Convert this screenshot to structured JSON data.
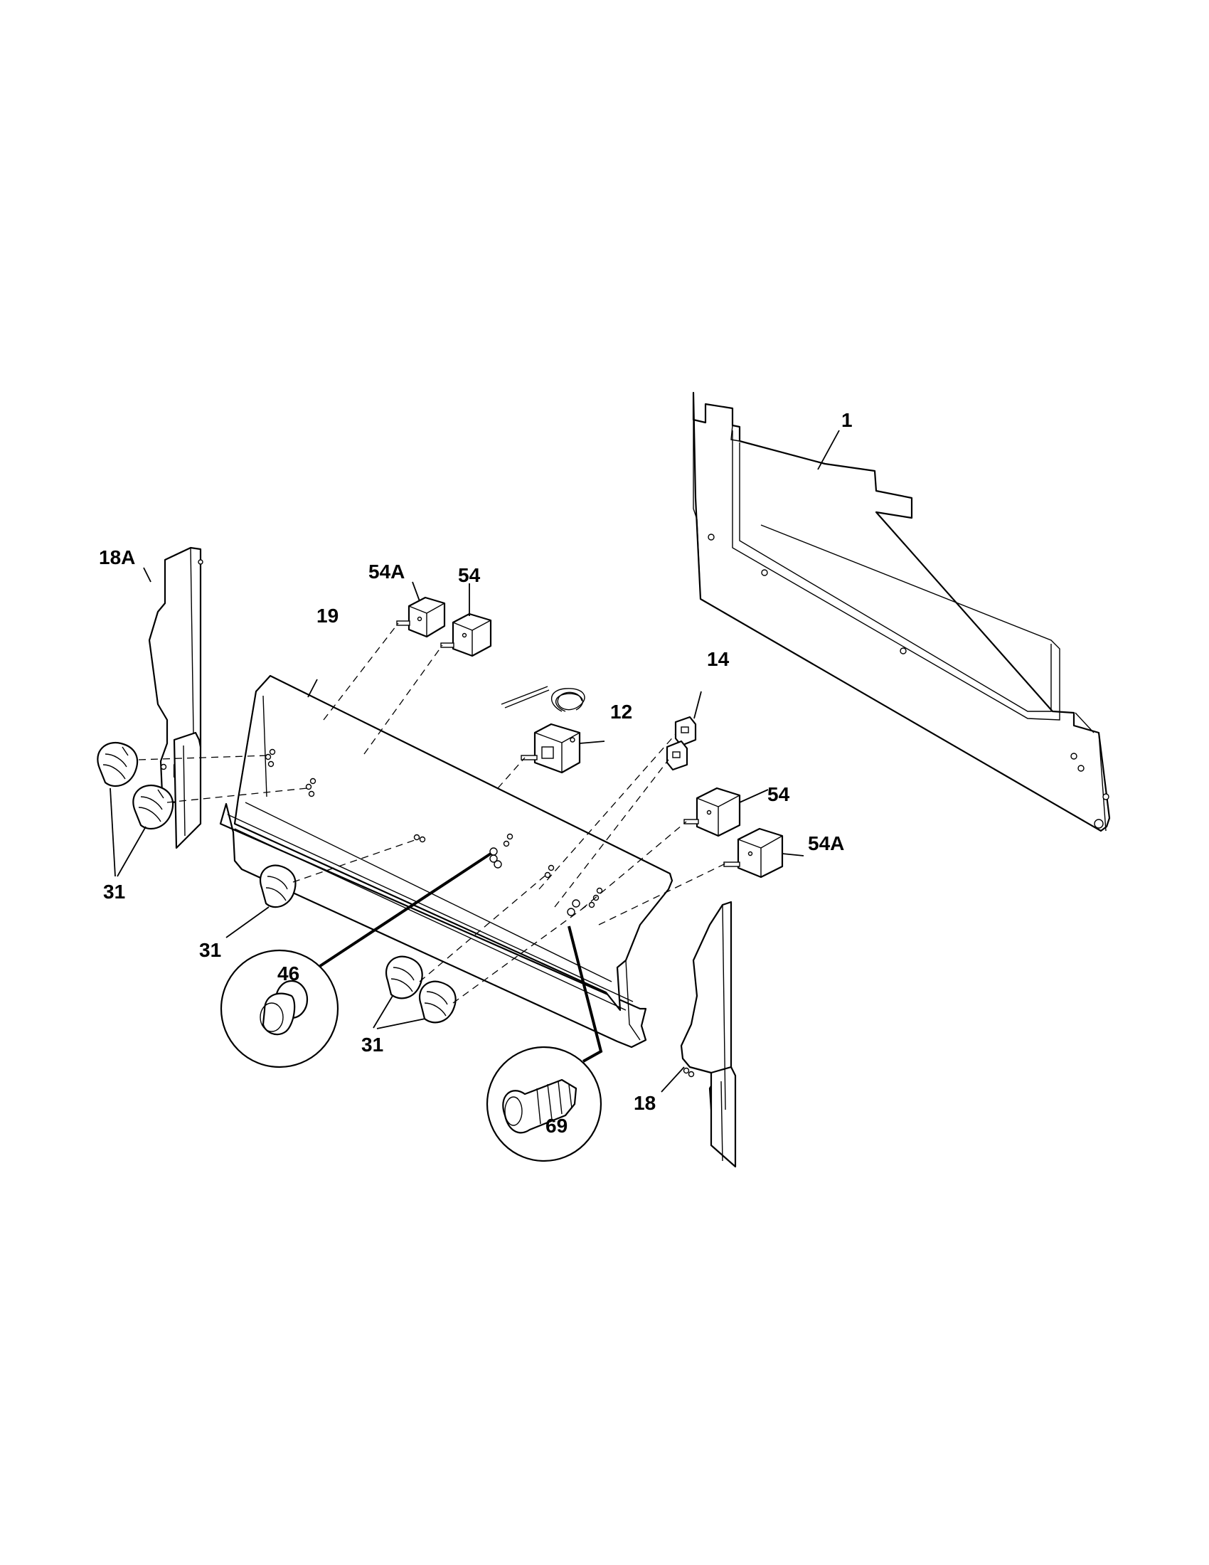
{
  "diagram": {
    "callouts": {
      "c1": "1",
      "c18A": "18A",
      "c54A_top": "54A",
      "c54_top": "54",
      "c19": "19",
      "c14": "14",
      "c12": "12",
      "c54_right": "54",
      "c54A_right": "54A",
      "c31_left": "31",
      "c31_center": "31",
      "c46": "46",
      "c31_bottom": "31",
      "c69": "69",
      "c18": "18"
    }
  }
}
